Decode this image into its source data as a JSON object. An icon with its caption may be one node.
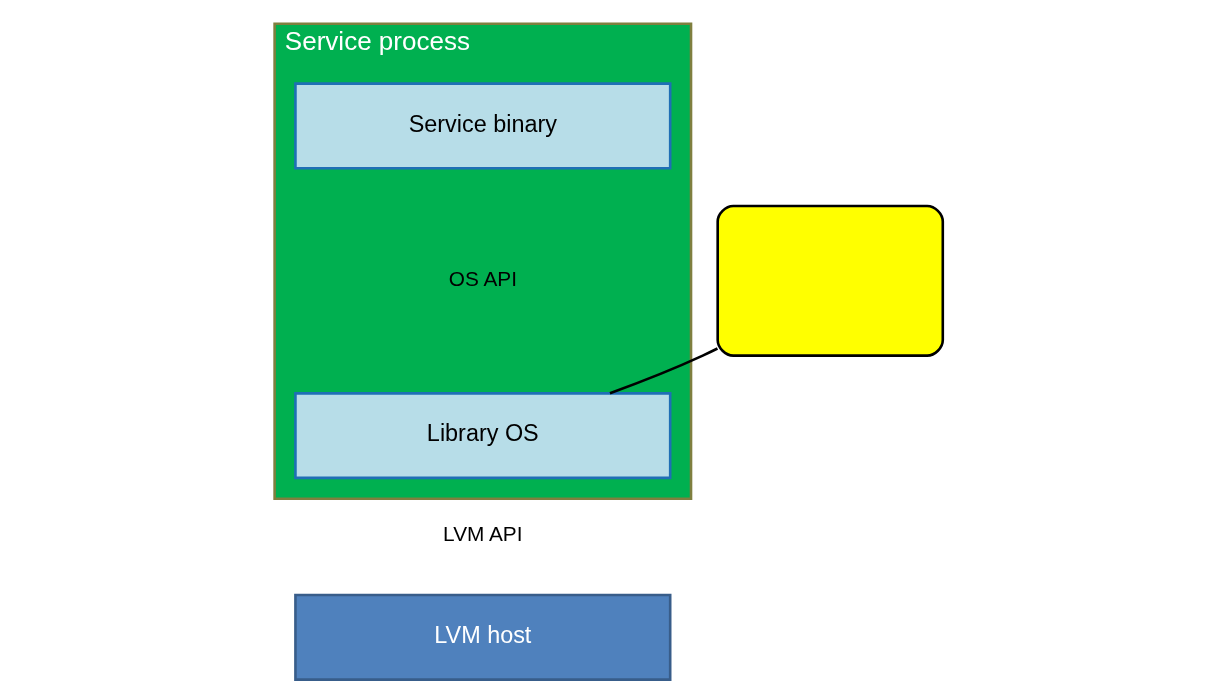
{
  "diagram": {
    "nodes": [
      {
        "text": [
          "Service process"
        ]
      },
      {
        "text": [
          "Service binary"
        ],
        "in": 0
      },
      {
        "text": [
          "Library OS"
        ],
        "in": 0
      },
      {
        "text": [
          "LVM host"
        ]
      },
      {
        "text": [],
        "shape": "callout"
      }
    ],
    "edges": [
      {
        "from": 4,
        "to": 2,
        "arrow": "none"
      }
    ],
    "labels": [
      "OS API",
      "LVM API"
    ]
  }
}
